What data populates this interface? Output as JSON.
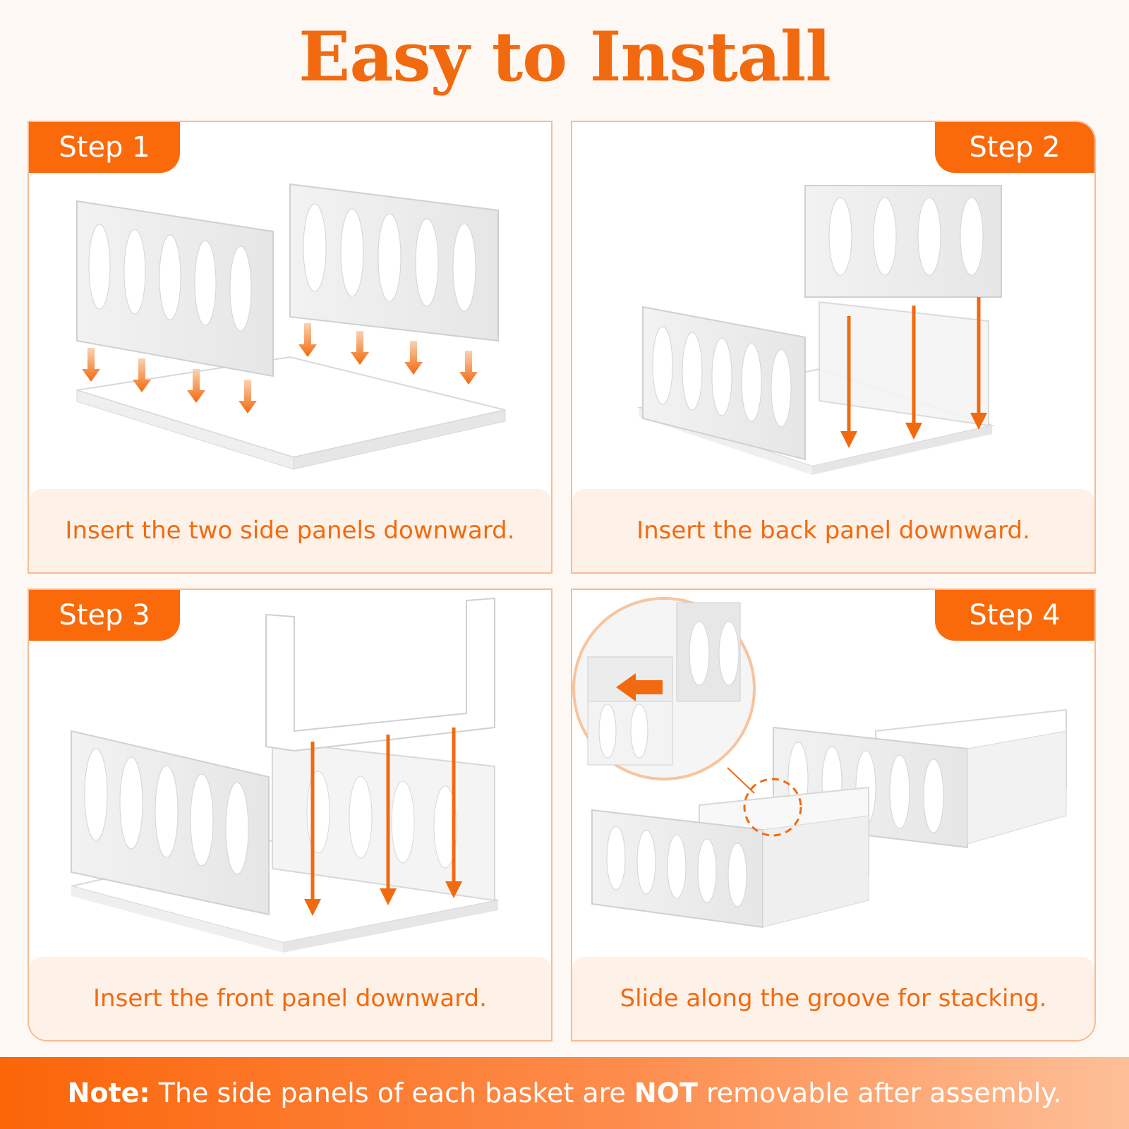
{
  "title": "Easy to Install",
  "steps": [
    {
      "label": "Step 1",
      "caption": "Insert the two side panels downward."
    },
    {
      "label": "Step 2",
      "caption": "Insert the back panel downward."
    },
    {
      "label": "Step 3",
      "caption": "Insert the front panel downward."
    },
    {
      "label": "Step 4",
      "caption": "Slide along the groove for stacking."
    }
  ],
  "note": {
    "prefix": "Note:",
    "text1": " The side panels of each basket are ",
    "emphasis": "NOT",
    "text2": " removable after assembly."
  },
  "colors": {
    "accent": "#fb6a0a",
    "caption_bg": "#fdf1e8",
    "border": "#f8bb92"
  }
}
